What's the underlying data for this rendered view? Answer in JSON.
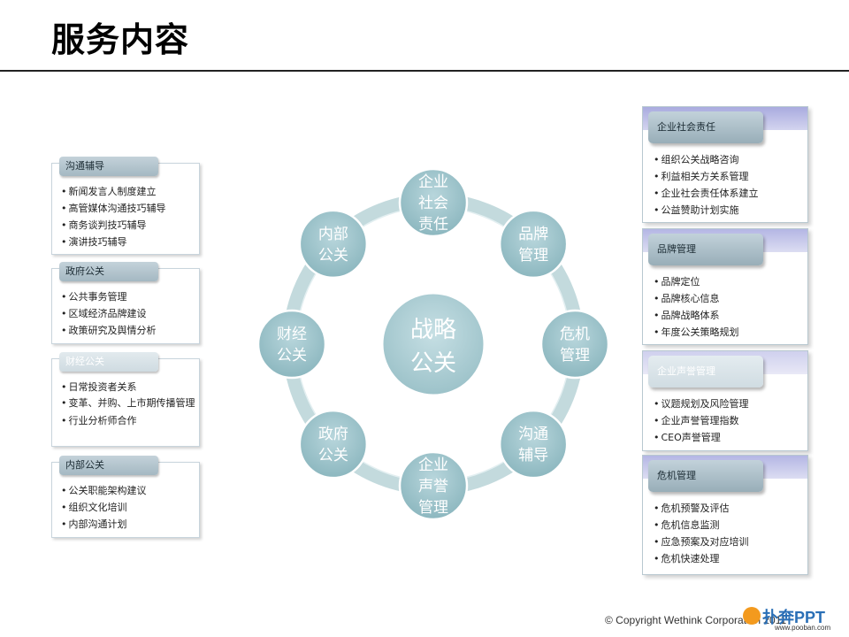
{
  "page": {
    "title": "服务内容"
  },
  "left_panels": [
    {
      "title": "沟通辅导",
      "items": [
        "新闻发言人制度建立",
        "高管媒体沟通技巧辅导",
        "商务谈判技巧辅导",
        "演讲技巧辅导"
      ]
    },
    {
      "title": "政府公关",
      "items": [
        "公共事务管理",
        "区域经济品牌建设",
        "政策研究及舆情分析"
      ]
    },
    {
      "title": "财经公关",
      "items": [
        "日常投资者关系",
        "变革、并购、上市期传播管理",
        "行业分析师合作"
      ]
    },
    {
      "title": "内部公关",
      "items": [
        "公关职能架构建议",
        "组织文化培训",
        "内部沟通计划"
      ]
    }
  ],
  "right_panels": [
    {
      "title": "企业社会责任",
      "items": [
        "组织公关战略咨询",
        "利益相关方关系管理",
        "企业社会责任体系建立",
        "公益赞助计划实施"
      ]
    },
    {
      "title": "品牌管理",
      "items": [
        "品牌定位",
        "品牌核心信息",
        "品牌战略体系",
        "年度公关策略规划"
      ]
    },
    {
      "title": "企业声誉管理",
      "items": [
        "议题规划及风险管理",
        "企业声誉管理指数",
        "CEO声誉管理"
      ]
    },
    {
      "title": "危机管理",
      "items": [
        "危机预警及评估",
        "危机信息监测",
        "应急预案及对应培训",
        "危机快速处理"
      ]
    }
  ],
  "diagram": {
    "center": [
      "战略",
      "公关"
    ],
    "nodes": [
      {
        "lines": [
          "企业",
          "社会",
          "责任"
        ]
      },
      {
        "lines": [
          "品牌",
          "管理"
        ]
      },
      {
        "lines": [
          "危机",
          "管理"
        ]
      },
      {
        "lines": [
          "沟通",
          "辅导"
        ]
      },
      {
        "lines": [
          "企业",
          "声誉",
          "管理"
        ]
      },
      {
        "lines": [
          "政府",
          "公关"
        ]
      },
      {
        "lines": [
          "财经",
          "公关"
        ]
      },
      {
        "lines": [
          "内部",
          "公关"
        ]
      }
    ]
  },
  "footer": {
    "copyright": "© Copyright Wethink Corporation 2011",
    "logo_text": "扑奔PPT",
    "logo_url": "www.pooban.com"
  },
  "colors": {
    "node": "#9cc2c9",
    "ring": "#c8dde0",
    "header": "#a9bcc5",
    "band": "#a6a8dc"
  }
}
